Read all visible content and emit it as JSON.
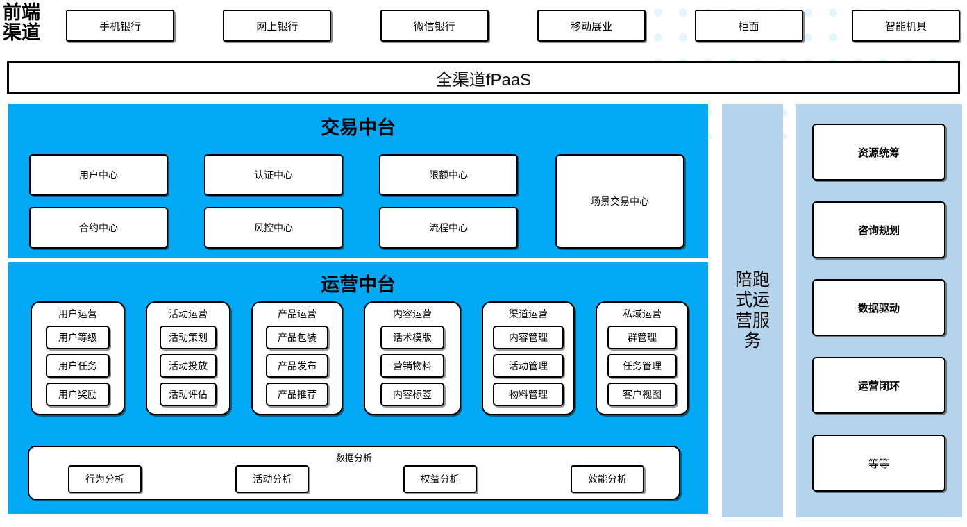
{
  "front_channel": {
    "label": "前端\n渠道",
    "line1": "前端",
    "line2": "渠道",
    "channels": [
      {
        "label": "手机银行"
      },
      {
        "label": "网上银行"
      },
      {
        "label": "微信银行"
      },
      {
        "label": "移动展业"
      },
      {
        "label": "柜面"
      },
      {
        "label": "智能机具"
      }
    ]
  },
  "fpaas": {
    "label": "全渠道fPaaS"
  },
  "trade_center": {
    "title": "交易中台",
    "modules": [
      {
        "label": "用户中心"
      },
      {
        "label": "认证中心"
      },
      {
        "label": "限额中心"
      },
      {
        "label": "合约中心"
      },
      {
        "label": "风控中心"
      },
      {
        "label": "流程中心"
      }
    ],
    "scene_module": {
      "label": "场景交易中心"
    }
  },
  "operations_center": {
    "title": "运营中台",
    "columns": [
      {
        "title": "用户运营",
        "items": [
          "用户等级",
          "用户任务",
          "用户奖励"
        ]
      },
      {
        "title": "活动运营",
        "items": [
          "活动策划",
          "活动投放",
          "活动评估"
        ]
      },
      {
        "title": "产品运营",
        "items": [
          "产品包装",
          "产品发布",
          "产品推荐"
        ]
      },
      {
        "title": "内容运营",
        "items": [
          "话术模版",
          "营销物料",
          "内容标签"
        ]
      },
      {
        "title": "渠道运营",
        "items": [
          "内容管理",
          "活动管理",
          "物料管理"
        ]
      },
      {
        "title": "私域运营",
        "items": [
          "群管理",
          "任务管理",
          "客户视图"
        ]
      }
    ],
    "data_analysis": {
      "title": "数据分析",
      "items": [
        "行为分析",
        "活动分析",
        "权益分析",
        "效能分析"
      ]
    }
  },
  "service_column": {
    "label": "陪跑式运营服务"
  },
  "pillars": {
    "items": [
      {
        "label": "资源统筹",
        "bold": true
      },
      {
        "label": "咨询规划",
        "bold": true
      },
      {
        "label": "数据驱动",
        "bold": true
      },
      {
        "label": "运营闭环",
        "bold": true
      },
      {
        "label": "等等",
        "bold": false
      }
    ]
  },
  "colors": {
    "primary_blue": "#03a9f4",
    "light_blue": "#b5d3ea",
    "dot_blue": "#e4f6fd",
    "box_border": "#000000",
    "box_fill": "#ffffff"
  }
}
